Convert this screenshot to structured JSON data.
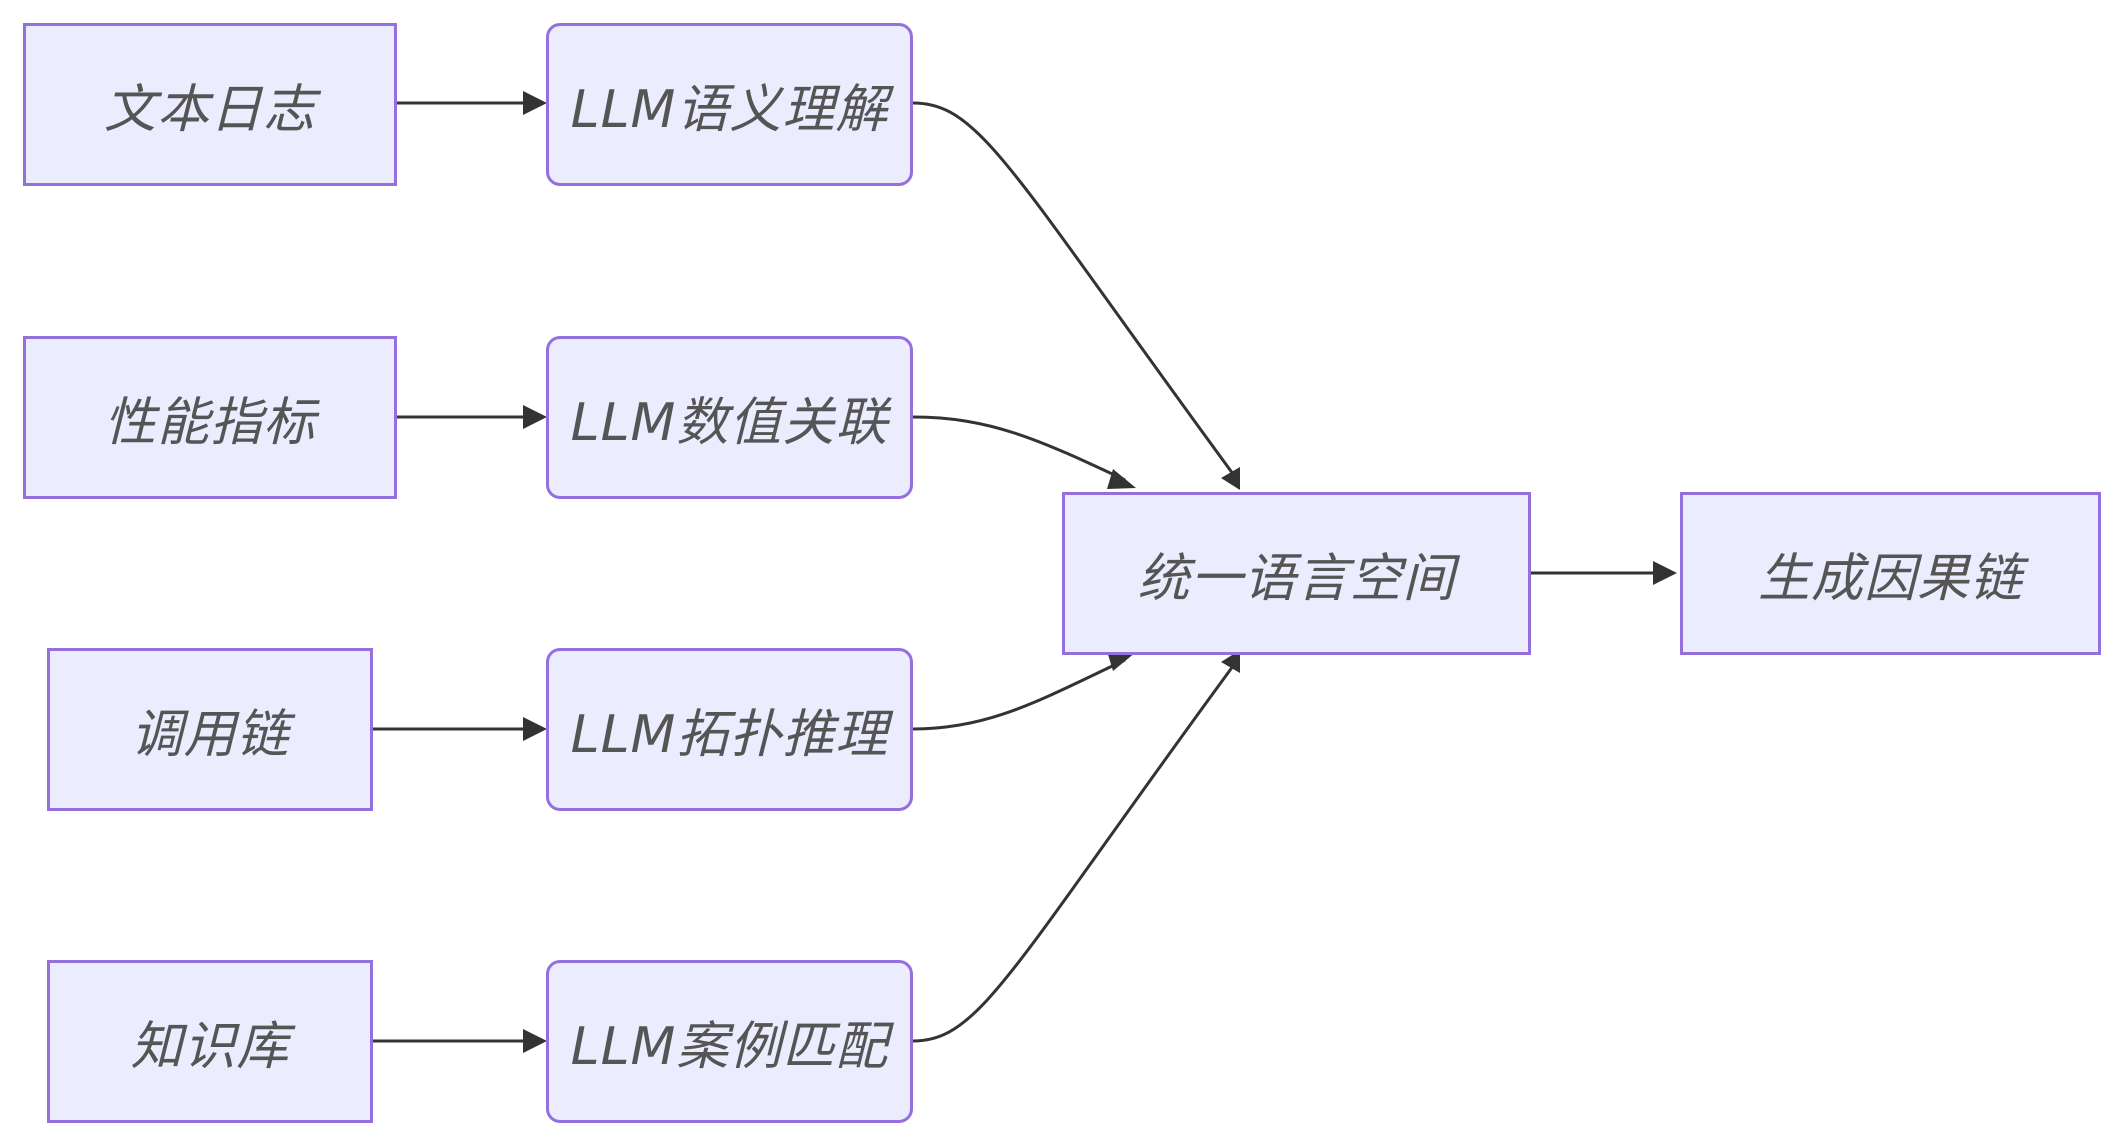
{
  "diagram": {
    "colors": {
      "node_fill": "#ececff",
      "node_border": "#9370db",
      "edge": "#333333",
      "text": "#555555"
    },
    "nodes": {
      "text_logs": "文本日志",
      "perf_metrics": "性能指标",
      "call_chain": "调用链",
      "knowledge_base": "知识库",
      "llm_semantic": "LLM语义理解",
      "llm_numeric": "LLM数值关联",
      "llm_topology": "LLM拓扑推理",
      "llm_case": "LLM案例匹配",
      "unified_space": "统一语言空间",
      "causal_chain": "生成因果链"
    },
    "edges": [
      {
        "from": "text_logs",
        "to": "llm_semantic"
      },
      {
        "from": "perf_metrics",
        "to": "llm_numeric"
      },
      {
        "from": "call_chain",
        "to": "llm_topology"
      },
      {
        "from": "knowledge_base",
        "to": "llm_case"
      },
      {
        "from": "llm_semantic",
        "to": "unified_space"
      },
      {
        "from": "llm_numeric",
        "to": "unified_space"
      },
      {
        "from": "llm_topology",
        "to": "unified_space"
      },
      {
        "from": "llm_case",
        "to": "unified_space"
      },
      {
        "from": "unified_space",
        "to": "causal_chain"
      }
    ]
  }
}
